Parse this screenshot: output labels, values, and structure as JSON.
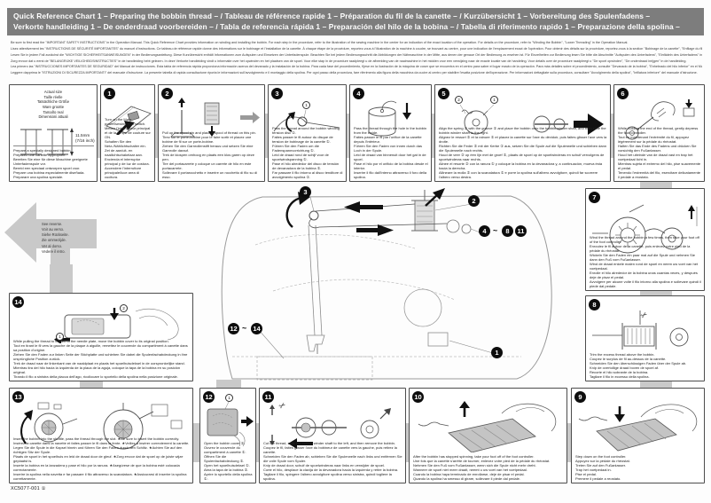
{
  "colors": {
    "header_bar": "#7d7d7d",
    "connector": "#c9c9c9",
    "badge": "#0d0d0d"
  },
  "header": {
    "line1": "Quick Reference Chart 1  – Preparing the bobbin thread – / Tableau de référence rapide 1  – Préparation du fil de la canette – / Kurzübersicht 1  – Vorbereitung des Spulenfadens –",
    "line2": "Verkorte handleiding 1  – De onderdraad voorbereiden – / Tabla de referencia rápida 1  – Preparación del hilo de la bobina – / Tabella di riferimento rapido 1  – Preparazione della spolina –"
  },
  "intro_lines": [
    "Be sure to first read the \"IMPORTANT SAFETY INSTRUCTIONS\" in the Operation Manual. This Quick Reference Chart provides information on winding and installing the bobbin. For each step in the procedure, refer to the illustration of the sewing machine in the center for an indication of the exact location of the operation. For details on the procedure, refer to \"Winding the Bobbin\", \"Lower Threading\" in the Operation Manual.",
    "Lisez attentivement les \"INSTRUCTIONS DE SÉCURITÉ IMPORTANTES\" du manuel d'instructions. Ce tableau de référence rapide donne des informations sur le bobinage et l'installation de la canette. À chaque étape de la procédure, reportez-vous à l'illustration de la machine à coudre, se trouvant au centre, pour une indication de l'emplacement exact de l'opération. Pour obtenir des détails sur la procédure, reportez-vous à la section \"Bobinage de la canette\", \"Enfilage du fil de dessous\" du manuel d'instructions.",
    "Lesen Sie in jedem Fall zunächst die \"WICHTIGE SICHERHEITSANWEISUNGEN\" in der Bedienungsanleitung. Diese Kurzübersicht enthält Informationen zum Aufspulen und Einsetzen der Unterfadenspule. Beachten Sie bei jedem Bedienungsschritt die Abbildungen der Nähmaschine in der Mitte, aus denen der genaue Ort der Bedienung zu ersehen ist. Für Einzelheiten zur Bedienung lesen Sie bitte die Abschnitte \"Aufspulen des Unterfadens\", \"Einfädeln des Unterfadens\" in der Bedienungsanleitung.",
    "Zorg ervoor dat u eerst de \"BELANGRIJKE VEILIGHEIDSINSTRUCTIES\" in de handleiding hebt gelezen. In deze Verkorte handleiding vindt u informatie over het opwinden en het plaatsen van de spoel. Voor elke stap in de procedure raadpleegt u de afbeelding van de naaimachine in het midden voor een verwijzing naar de exacte locatie van de handeling. Voor details over de procedure raadpleegt u \"De spoel opwinden\", \"De onderdraad inrijgen\" in de handleiding.",
    "Lea primero las \"INSTRUCCIONES IMPORTANTES DE SEGURIDAD\" del Manual de instrucciones. Esta tabla de referencia rápida proporciona información acerca del devanado y la instalación de la bobina. Para cada fase del procedimiento, fíjese en la ilustración de la máquina de coser que se encuentra en el centro para saber el lugar exacto de la operación. Para más detalles sobre el procedimiento, consulte \"Devanado de la bobina\", \"Enhebrado del hilo inferior\" en el Manual de instrucciones.",
    "Leggere dapprima le \"ISTRUZIONI DI SICUREZZA IMPORTANTI\" del manuale d'istruzione. La presente tabella di rapida consultazione riporta le informazioni sull'avvolgimento e il montaggio della spolina. Per ogni passo della procedura, fare riferimento alla figura della macchina da cucire al centro per stabilire l'esatta posizione dell'operazione. Per informazioni dettagliate sulla procedura, consultare \"Avvolgimento della spolina\", \"Infilatura inferiore\" del manuale d'istruzione."
  ],
  "actual_size": {
    "labels": [
      "Actual size",
      "Taille réelle",
      "Tatsächliche Größe",
      "Ware grootte",
      "Tamaño real",
      "Dimensioni attuali"
    ],
    "dimension_line1": "11.5mm",
    "dimension_line2": "(7/16 inch)",
    "captions": [
      "Prepare a specially designed bobbin.",
      "Préparez une canette appropriée.",
      "Bereiten Sie eine für diese Maschine geeignete Unterfadenspule vor.",
      "Bereid een speciaal ontworpen spoel voor.",
      "Prepare una bobina especialmente diseñada.",
      "Preparare una spolina speciale."
    ]
  },
  "see_reverse_lines": [
    "See reverse.",
    "Voir au verso.",
    "Siehe Rückseite.",
    "Zie ommezijde.",
    "Ver al dorso.",
    "Vedere il retro."
  ],
  "steps": {
    "s1": {
      "num": "1",
      "captions": [
        "Turn on the Main power/sewing light switch.",
        "Mettez l'interrupteur principal et de la lampe de couture sur ON.",
        "Schalten Sie den Netz-/Nählichtschalter ein.",
        "Zet de aan/uit- en naailichtschakelaar aan.",
        "Encienda el interruptor principal y de luz de costura.",
        "Accendere l'interruttore principale/luce area di cucitura."
      ]
    },
    "s2": {
      "num": "2",
      "captions": [
        "Pull up the spool pin and place a spool of thread on this pin.",
        "Tirez sur le porte-bobine pour le faire sortir et placez une bobine de fil sur ce porte-bobine.",
        "Ziehen Sie den Garnrollenstift heraus und setzen Sie eine Garnrolle darauf.",
        "Trek de klospen omhoog en plaats een klos garen op deze pen.",
        "Tire del portacarrete y coloque un carrete de hilo en este portacarrete.",
        "Sollevare il portarocchetto e inserire un rocchetto di filo su di esso."
      ]
    },
    "s3": {
      "num": "3",
      "captions": [
        "Pass the thread around the bobbin winding tension disc ①.",
        "Faites passer le fil autour du disque de tension de bobinage de la canette ①.",
        "Führen Sie den Faden um die Fadenspannvorrichtung ①.",
        "Leid de draad rond de schijf voor de spoelwindspanning ①.",
        "Pase el hilo alrededor del disco de tensión de devanadora de la bobina ①.",
        "Far passare il filo intorno al disco tenditore di avvolgimento spolina ①."
      ]
    },
    "s4": {
      "num": "4",
      "captions": [
        "Pass the thread through the hole in the bobbin from the inside.",
        "Faites passer le fil par l'orifice de la canette depuis l'intérieur.",
        "Führen Sie den Faden von innen durch das Loch in der Spule.",
        "Leid de draad van binnenuit door het gat in de spoel.",
        "Pase el hilo por el orificio de la bobina desde el interior.",
        "Inserire il filo dall'interno attraverso il foro della spolina."
      ]
    },
    "s5": {
      "num": "5",
      "captions": [
        "Align the spring ② with the groove ① and place the bobbin onto the bobbin winder shaft, and then slide the bobbin winder shaft to the right.",
        "Alignez le ressort ② et la rainure ① et placez la canette sur l'axe du dévidoir, puis faites glisser l'axe vers la droite.",
        "Richten Sie die Feder ② mit der Kerbe ① aus, setzen Sie die Spule auf die Spulerwelle und schieben dann die Spulerwelle nach rechts.",
        "Houd de veer ② op één lijn met de groef ①, plaats de spoel op de spoelwinderas en schuif vervolgens de spoelwinderas naar rechts.",
        "Alinee el resorte ② con la ranura ① y coloque la bobina en la devanadora y, a continuación, mueva ésta hacia la derecha.",
        "Allineare la molla ② con la scanalatura ① e porre la spolina sull'albero avvolgitore, quindi far scorrere l'albero verso destra."
      ]
    },
    "s6": {
      "num": "6",
      "captions": [
        "While holding the end of the thread, gently depress the foot controller.",
        "Tout en maintenant l'extrémité du fil, appuyez légèrement sur la pédale du rhéostat.",
        "Halten Sie das Ende des Fadens und drücken Sie vorsichtig den Fußanlasser.",
        "Houd het uiteinde van de draad vast en trap het voetpedaal licht in.",
        "Mientras sujeta el extremo del hilo, pise suavemente el pedal.",
        "Tenendo l'estremità del filo, esercitare delicatamente il pedale a reostato."
      ]
    },
    "s7": {
      "num": "7",
      "captions": [
        "Wind the thread around the bobbin a few times, then take your foot off of the foot controller.",
        "Enroulez le fil autour de la canette, puis enlevez votre pied de la pédale du rhéostat.",
        "Wickeln Sie den Faden ein paar mal auf die Spule und nehmen Sie dann den Fuß vom Fußanlasser.",
        "Wind de draad enkele malen rond de spoel en neem uw voet van het voetpedaal.",
        "Enrolle el hilo alrededor de la bobina unas cuantas veces, y después deje de pisar el pedal.",
        "Avvolgere per alcune volte il filo intorno alla spolina e sollevare quindi il piede dal pedale."
      ]
    },
    "s8": {
      "num": "8",
      "captions": [
        "Trim the excess thread above the bobbin.",
        "Coupez le surplus de fil au-dessus de la canette.",
        "Schneiden Sie den überschüssigen Faden über der Spule ab.",
        "Knip de overtollige draad boven de spoel af.",
        "Recorte el hilo sobrante de la bobina.",
        "Tagliare il filo in eccesso della spolina."
      ]
    },
    "s9": {
      "num": "9",
      "captions": [
        "Step down on the foot controller.",
        "Appuyez sur la pédale du rhéostat.",
        "Treten Sie auf den Fußanlasser.",
        "Trap het voetpedaal in.",
        "Pise el pedal.",
        "Premere il pedale a reostato."
      ]
    },
    "s10": {
      "num": "10",
      "captions": [
        "After the bobbin has stopped spinning, take your foot off of the foot controller.",
        "Une fois que la canette s'arrête de tourner, enlevez votre pied de la pédale du rhéostat.",
        "Nehmen Sie den Fuß vom Fußanlasser, wenn sich die Spule nicht mehr dreht.",
        "Wanneer de spoel niet meer draait, neemt u uw voet van het voetpedaal.",
        "Cuando la bobina haya terminado de enrollarse, deje de pisar el pedal.",
        "Quando la spolina ha smesso di girare, sollevare il piede dal pedale."
      ]
    },
    "s11": {
      "num": "11",
      "captions": [
        "Cut the thread, slide the bobbin winder shaft to the left, and then remove the bobbin.",
        "Coupez le fil, faites glisser l'axe du bobineur de canette vers la gauche, puis retirez la canette.",
        "Schneiden Sie den Faden ab, schieben Sie die Spulerwelle nach links und entfernen Sie die volle Spule vom Spuler.",
        "Knip de draad door, schuif de spoelwinderas naar links en verwijder de spoel.",
        "Corte el hilo, desplace la clavija de la devanadora hacia la izquierda y retire la bobina.",
        "Tagliare il filo, spingere l'albero avvolgitore spolina verso sinistra, quindi togliere la spolina."
      ]
    },
    "s12": {
      "num": "12",
      "captions": [
        "Open the bobbin cover ①.",
        "Ouvrez le couvercle du compartiment à canette ①.",
        "Öffnen Sie die Spulenfachabdeckung ①.",
        "Open het spoelhuisdeksel ①.",
        "Abra la tapa de la bobina ①.",
        "Aprire lo sportello della spolina ①."
      ]
    },
    "s13": {
      "num": "13",
      "captions": [
        "Insert the bobbin into the shuttle, pass the thread through the slot.  ★Be sure to insert the bobbin correctly.",
        "Insérez la canette dans la navette et faites passer le fil dans la fente.  ★Veillez à insérer correctement la canette.",
        "Legen Sie die Spule in die Kapsel hinein und führen Sie den Faden durch den Schlitz.  ★Achten Sie auf den richtigen Sitz der Spule.",
        "Plaats de spoel in het spoelhuis en leid de draad door de gleuf.  ★Zorg ervoor dat de spoel op de juiste wijze geplaatst is.",
        "Inserte la bobina en la lanzadera y pase el hilo por la ranura.  ★Asegúrese de que la bobina esté colocada correctamente.",
        "Inserire la spolina nella navetta e far passare il filo attraverso la scanalatura.  ★Assicurarsi di inserire la spolina correttamente."
      ]
    },
    "s14": {
      "num": "14",
      "captions": [
        "While pulling the thread to the left of the needle plate, move the bobbin cover to its original position.",
        "Tout en tirant le fil vers la gauche de la plaque à aiguille, remettez le couvercle du compartiment à canette dans sa position d'origine.",
        "Ziehen Sie den Faden zur linken Seite der Stichplatte und schieben Sie dabei die Spulenfachabdeckung in ihre ursprüngliche Position zurück.",
        "Trek de draad naar de linkerkant van de naaldplaat en plaats het spoelhuisdeksel in de oorspronkelijke stand.",
        "Mientras tira del hilo hacia la izquierda de la placa de la aguja, coloque la tapa de la bobina en su posición original.",
        "Tirando il filo a sinistra della placca dell'ago, ricollocare lo sportello della spolina nella posizione originale."
      ]
    }
  },
  "fig_labels": {
    "s3_disc": "1",
    "s5_spring": "2",
    "s5_groove": "1",
    "s12_cover": "1",
    "s14_push": "2",
    "s14_pull": "1"
  },
  "icons": {
    "scissors": "✂"
  },
  "machine": {
    "callout_tension": "3",
    "callout_spool": "2",
    "callout_winder_from": "4",
    "callout_winder_sep": "~",
    "callout_winder_to": "8",
    "callout_winder_extra": "11",
    "callout_plate_from": "12",
    "callout_plate_sep": "~",
    "callout_plate_to": "14",
    "callout_power": "1"
  },
  "footer": {
    "part_number": "XC5077-001 ①"
  }
}
